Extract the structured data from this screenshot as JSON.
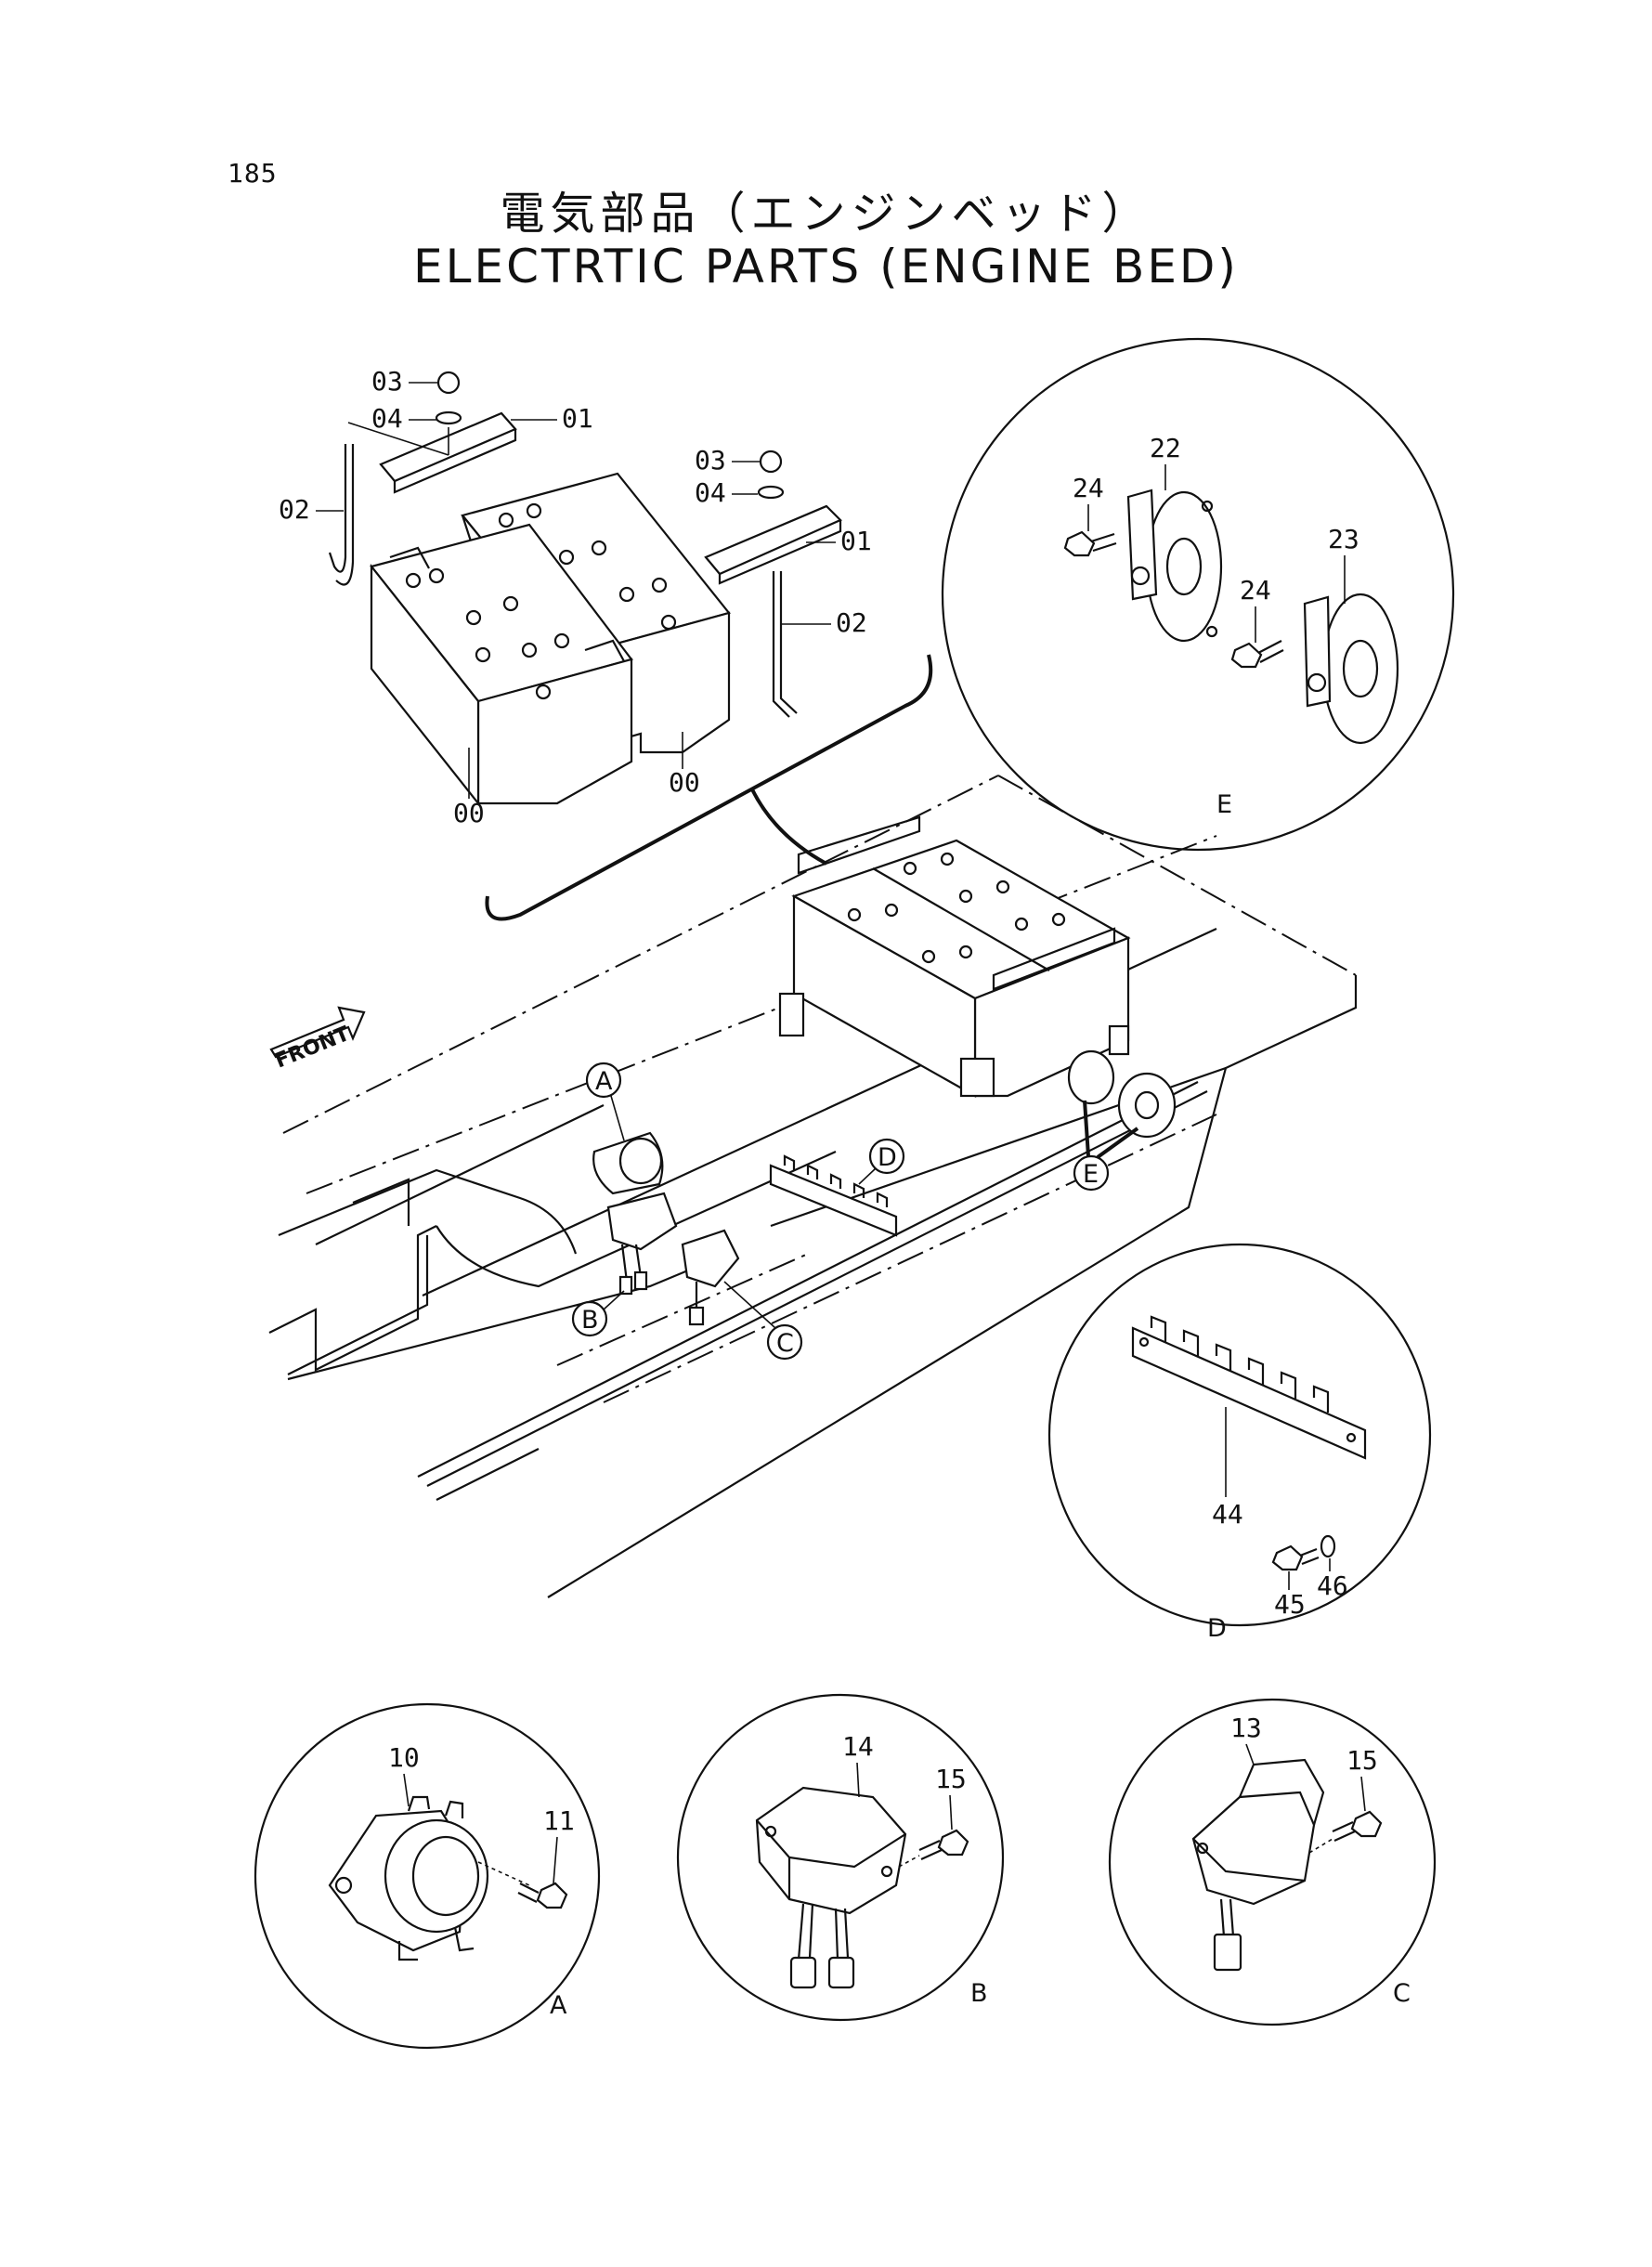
{
  "page_number": "185",
  "title_jp": "電気部品（エンジンベッド）",
  "title_en": "ELECTRTIC PARTS (ENGINE BED)",
  "front_label": "FRONT",
  "main_view_labels": {
    "nut_left": "03",
    "washer_left": "04",
    "bracket_left": "01",
    "bolt_left": "02",
    "nut_right": "03",
    "washer_right": "04",
    "bracket_right": "01",
    "bolt_right": "02",
    "battery_left": "00",
    "battery_right": "00"
  },
  "callouts": {
    "a": "A",
    "b": "B",
    "c": "C",
    "d": "D",
    "e": "E"
  },
  "detail_e": {
    "name": "E",
    "horn_a": "22",
    "horn_b": "23",
    "bolt_a": "24",
    "bolt_b": "24"
  },
  "detail_d": {
    "name": "D",
    "plate": "44",
    "bolt": "45",
    "washer": "46"
  },
  "detail_a": {
    "name": "A",
    "part": "10",
    "bolt": "11"
  },
  "detail_b": {
    "name": "B",
    "part": "14",
    "bolt": "15"
  },
  "detail_c": {
    "name": "C",
    "part": "13",
    "bolt": "15"
  }
}
